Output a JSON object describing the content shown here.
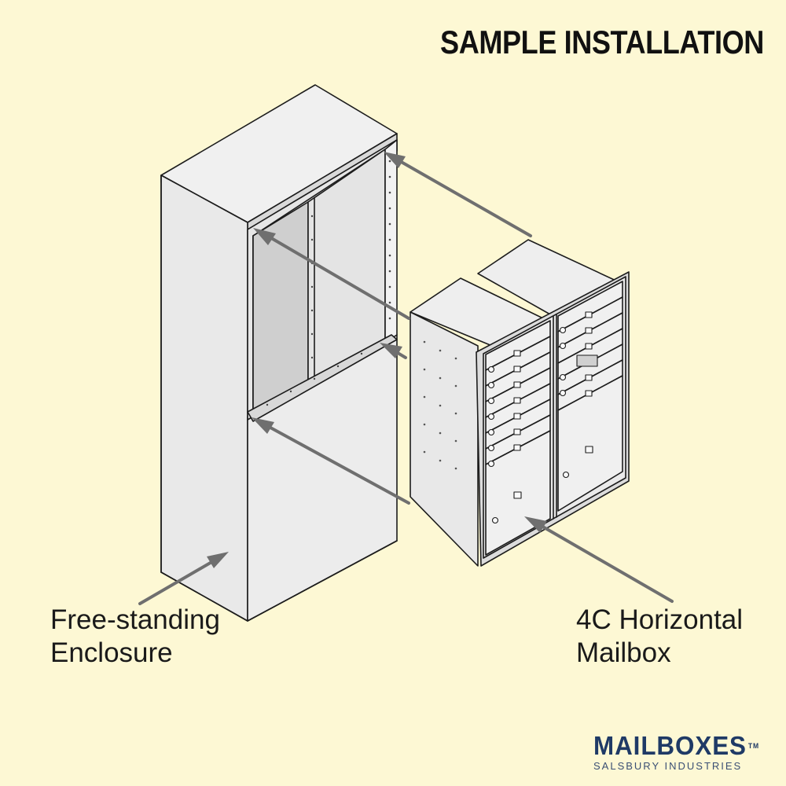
{
  "title": "SAMPLE INSTALLATION",
  "labels": {
    "enclosure": [
      "Free-standing",
      "Enclosure"
    ],
    "mailbox": [
      "4C Horizontal",
      "Mailbox"
    ]
  },
  "logo": {
    "name": "MAILBOXES",
    "trademark": "TM",
    "company": "SALSBURY INDUSTRIES"
  },
  "colors": {
    "background": "#fdf8d4",
    "panel": "#ebebeb",
    "arrow": "#6f6f6f",
    "outline": "#1c1c1c",
    "logo": "#1f3a66"
  }
}
